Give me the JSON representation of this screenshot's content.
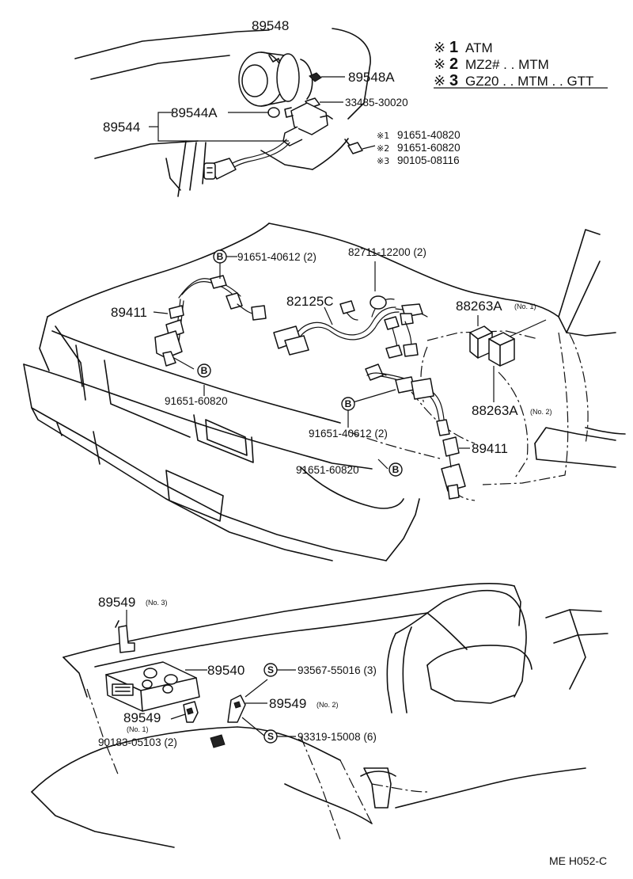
{
  "legend": [
    {
      "mark": "※",
      "num": "1",
      "text": "ATM"
    },
    {
      "mark": "※",
      "num": "2",
      "text": "MZ2# . . MTM"
    },
    {
      "mark": "※",
      "num": "3",
      "text": "GZ20 . . MTM . . GTT"
    }
  ],
  "clip_codes": {
    "b": "B",
    "s": "S"
  },
  "parts": {
    "p89548": "89548",
    "p89548A": "89548A",
    "p33485": "33485-30020",
    "p89544A": "89544A",
    "p89544": "89544",
    "bolts": [
      {
        "mark": "※1",
        "pn": "91651-40820"
      },
      {
        "mark": "※2",
        "pn": "91651-60820"
      },
      {
        "mark": "※3",
        "pn": "90105-08116"
      }
    ],
    "p91651_40612_top": "91651-40612 (2)",
    "p82711": "82711-12200 (2)",
    "p89411_left": "89411",
    "p82125C": "82125C",
    "p88263A_1": "88263A",
    "p88263A_1_note": "(No. 1)",
    "p91651_60820_left": "91651-60820",
    "p91651_40612_mid": "91651-40612 (2)",
    "p88263A_2": "88263A",
    "p88263A_2_note": "(No. 2)",
    "p89411_right": "89411",
    "p91651_60820_mid": "91651-60820",
    "p89549_3": "89549",
    "p89549_3_note": "(No. 3)",
    "p89540": "89540",
    "p93567": "93567-55016 (3)",
    "p89549_1": "89549",
    "p89549_1_note": "(No. 1)",
    "p89549_2": "89549",
    "p89549_2_note": "(No. 2)",
    "p90183": "90183-05103 (2)",
    "p93319": "93319-15008 (6)"
  },
  "figure_code": "ME H052-C"
}
